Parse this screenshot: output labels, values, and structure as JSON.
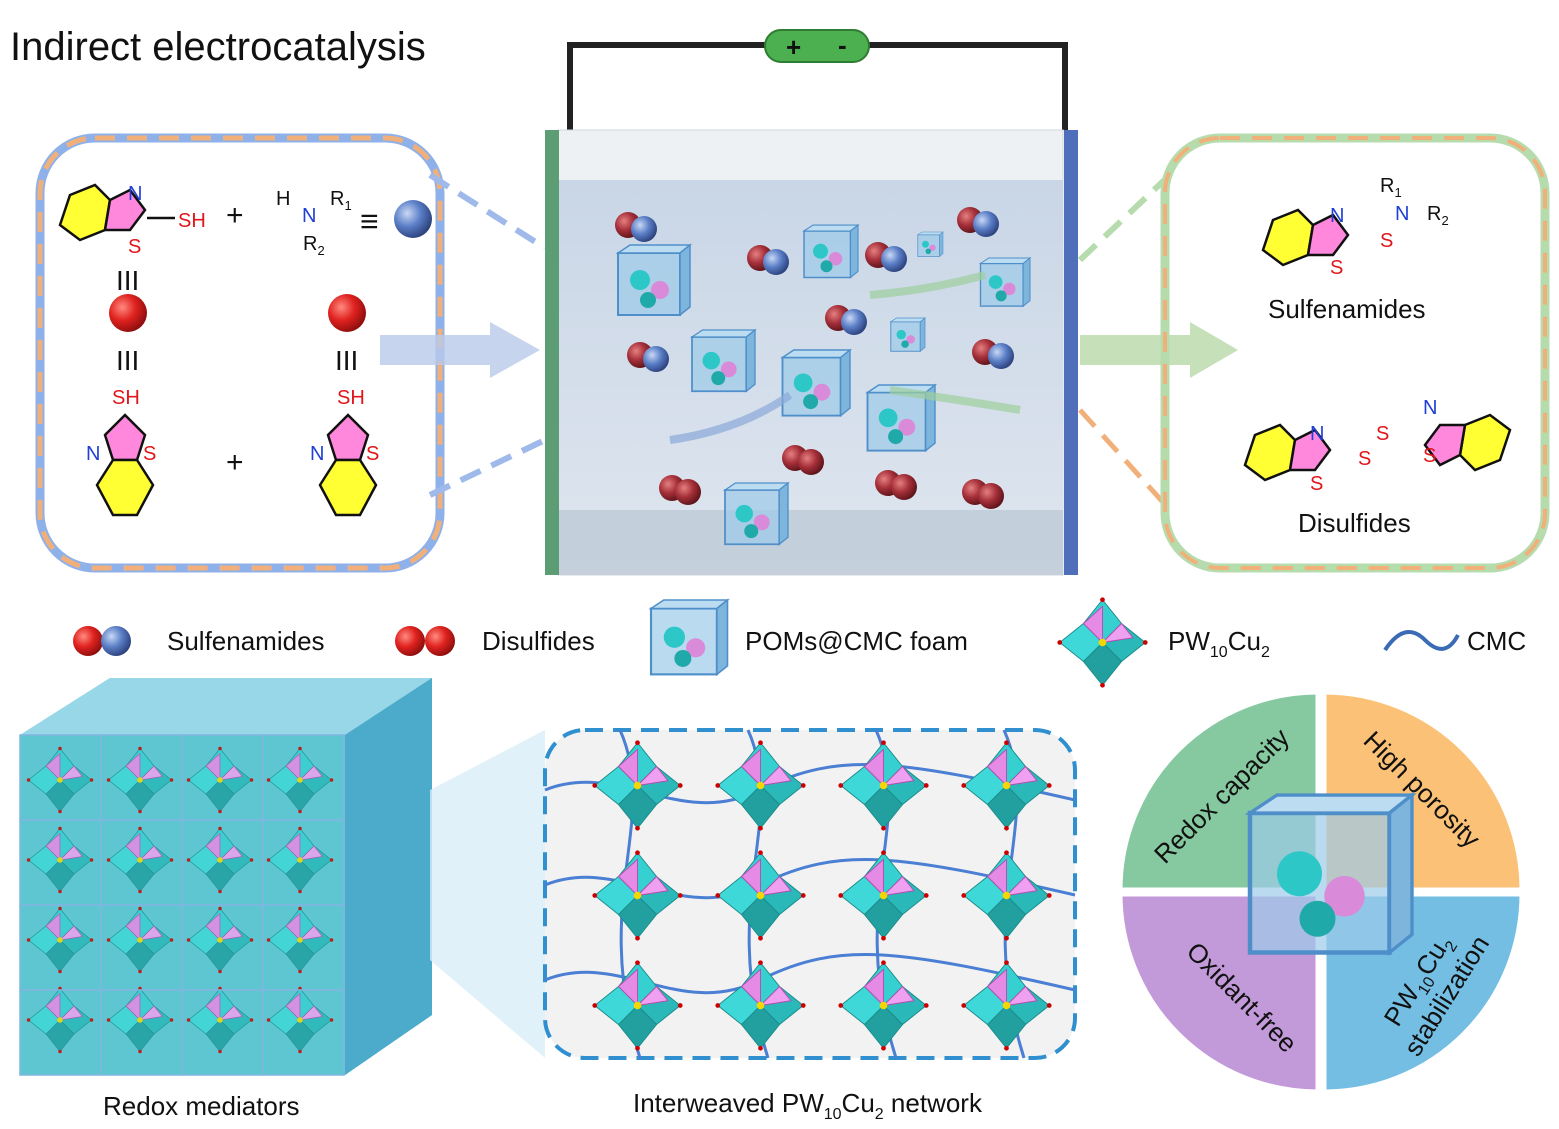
{
  "title": "Indirect electrocatalysis",
  "battery": {
    "plus": "+",
    "minus": "-"
  },
  "reactants": {
    "sh": "SH",
    "n": "N",
    "s": "S",
    "plus": "+",
    "amine_h": "H",
    "amine_n": "N",
    "r1": "R",
    "r1_sub": "1",
    "r2": "R",
    "r2_sub": "2",
    "equiv": "≡",
    "triple": "III"
  },
  "products": {
    "sulfenamides": "Sulfenamides",
    "disulfides": "Disulfides",
    "n": "N",
    "s": "S",
    "r1": "R",
    "r1_sub": "1",
    "r2": "R",
    "r2_sub": "2"
  },
  "legend": {
    "sulfenamides": "Sulfenamides",
    "disulfides": "Disulfides",
    "foam": "POMs@CMC foam",
    "pw": "PW",
    "pw_sub1": "10",
    "cu": "Cu",
    "cu_sub": "2",
    "cmc": "CMC"
  },
  "bottom": {
    "redox_mediators": "Redox mediators",
    "network_pre": "Interweaved PW",
    "network_sub1": "10",
    "network_cu": "Cu",
    "network_sub2": "2",
    "network_post": " network"
  },
  "quadrants": {
    "redox_capacity": "Redox capacity",
    "high_porosity": "High porosity",
    "oxidant_free": "Oxidant-free",
    "pw": "PW",
    "pw_sub1": "10",
    "cu": "Cu",
    "cu_sub": "2",
    "stabilization": "stabilization"
  },
  "colors": {
    "green_quadrant": "#86c9a0",
    "orange_quadrant": "#fbc277",
    "purple_quadrant": "#c39ad9",
    "blue_quadrant": "#74bde3",
    "sulfur": "#e0161b",
    "nitrogen": "#1f3fd6"
  }
}
